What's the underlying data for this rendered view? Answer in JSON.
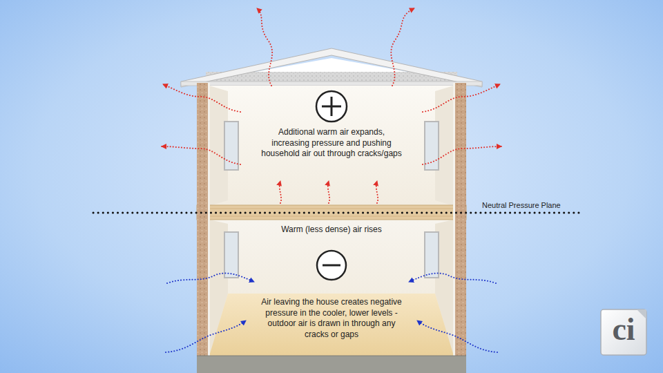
{
  "diagram": {
    "labels": [
      "Additional warm air expands, increasing pressure and pushing household air out through cracks/gaps",
      "Neutral Pressure Plane",
      "Warm (less dense) air rises",
      "Air leaving the house creates negative pressure in the cooler, lower levels - outdoor air is drawn in through any cracks or gaps",
      "ci"
    ]
  }
}
